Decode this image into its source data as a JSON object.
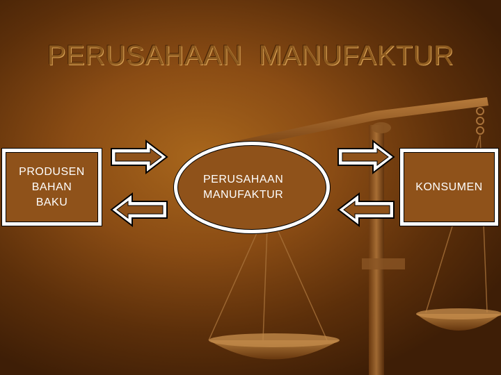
{
  "slide": {
    "title": "PERUSAHAAN  MANUFAKTUR"
  },
  "nodes": {
    "supplier": "PRODUSEN\nBAHAN\nBAKU",
    "company": "PERUSAHAAN\nMANUFAKTUR",
    "consumer": "KONSUMEN"
  },
  "arrows": [
    {
      "from": "supplier",
      "to": "company"
    },
    {
      "from": "company",
      "to": "supplier"
    },
    {
      "from": "company",
      "to": "consumer"
    },
    {
      "from": "consumer",
      "to": "company"
    }
  ],
  "colors": {
    "background": "#8a4c14",
    "node_fill": "#8f521a",
    "node_border": "#ffffff",
    "arrow_fill": "#ffffff",
    "text": "#ffffff"
  }
}
